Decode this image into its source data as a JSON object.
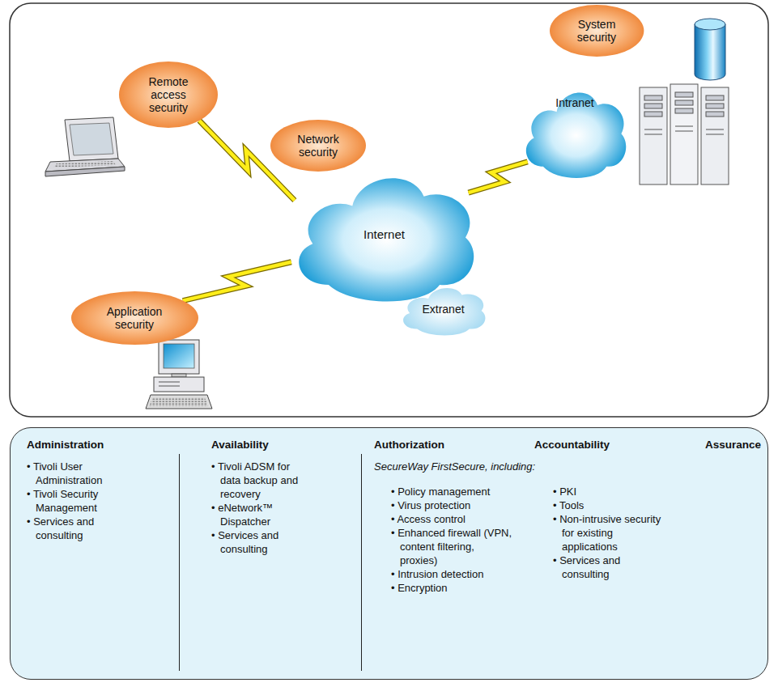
{
  "diagram": {
    "nodes": [
      {
        "text": [
          "System security"
        ]
      },
      {
        "text": [
          "Remote access security"
        ]
      },
      {
        "text": [
          "Network security"
        ]
      },
      {
        "text": [
          "Internet"
        ]
      },
      {
        "text": [
          "Extranet"
        ]
      },
      {
        "text": [
          "Intranet"
        ]
      },
      {
        "text": [
          "Application security"
        ]
      },
      {
        "text": [
          "Administration",
          "• Tivoli User Administration",
          "• Tivoli Security Management",
          "• Services and consulting",
          "Availability",
          "• Tivoli ADSM for data backup and recovery",
          "• eNetwork™ Dispatcher",
          "• Services and consulting",
          "Authorization",
          "Accountability",
          "Assurance",
          "SecureWay FirstSecure, including:",
          "• Policy management",
          "• Virus protection",
          "• Access control",
          "• Enhanced firewall (VPN, content filtering, proxies)",
          "• Intrusion detection",
          "• Encryption",
          "• PKI",
          "• Tools",
          "• Non-intrusive security for existing applications",
          "• Services and consulting"
        ]
      }
    ],
    "edges": [
      {
        "from": 1,
        "to": 3,
        "arrow": "none"
      },
      {
        "from": 6,
        "to": 3,
        "arrow": "none"
      },
      {
        "from": 3,
        "to": 5,
        "arrow": "none"
      }
    ]
  }
}
